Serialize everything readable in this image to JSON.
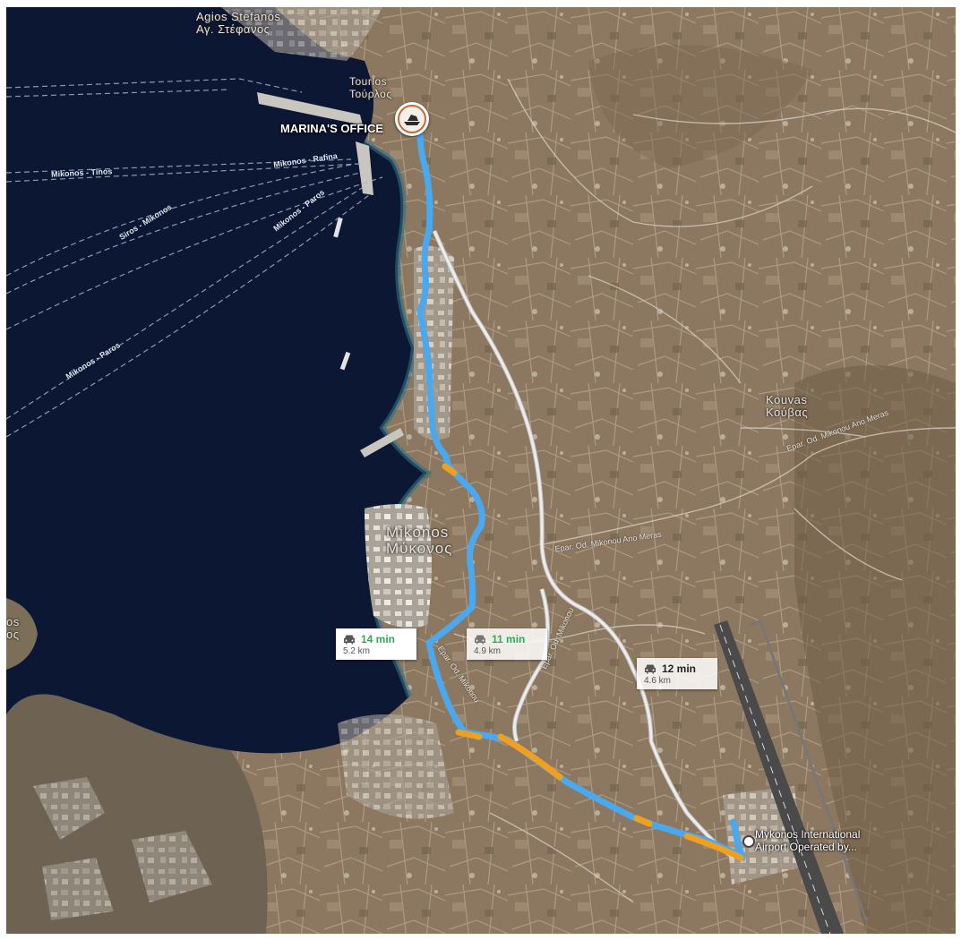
{
  "places": {
    "agios_stefanos_lat": "Agios Stefanos",
    "agios_stefanos_gr": "Αγ. Στέφανος",
    "tourlos_lat": "Tourlos",
    "tourlos_gr": "Τούρλος",
    "mikonos_lat": "Mikonos",
    "mikonos_gr": "Μύκονος",
    "kouvas_lat": "Kouvas",
    "kouvas_gr": "Κούβας",
    "edge_lat": "os",
    "edge_gr": "ος"
  },
  "ferry_routes": {
    "route_1": "Mikonos - Tinos",
    "route_2": "Mikonos - Rafina",
    "route_3": "Siros - Mikonos",
    "route_4": "Mikonos - Paros",
    "route_5": "Mikonos - Paros"
  },
  "roads": {
    "road_1": "Epar. Od. Mikonou Ano Meras",
    "road_2": "Epar. Od. Mikonou Ano Meras",
    "road_3": "Epar. Od. Mikonou",
    "road_4": "Epar. Od. Mikonou"
  },
  "markers": {
    "origin_label": "MARINA'S OFFICE",
    "destination_line1": "Mykonos International",
    "destination_line2": "Airport Operated by..."
  },
  "routes": [
    {
      "time": "14 min",
      "distance": "5.2 km",
      "time_color": "#34a853",
      "selected": true
    },
    {
      "time": "11 min",
      "distance": "4.9 km",
      "time_color": "#34a853",
      "selected": false
    },
    {
      "time": "12 min",
      "distance": "4.6 km",
      "time_color": "#222222",
      "selected": false
    }
  ],
  "colors": {
    "sea": "#0c1733",
    "land": "#8f7b63",
    "route_primary": "#4aa8ef",
    "route_traffic": "#f0a020",
    "route_alternate": "#d9d9d9"
  },
  "icons": {
    "car": "car-icon",
    "origin": "origin-pin-icon",
    "destination": "destination-dot-icon"
  }
}
